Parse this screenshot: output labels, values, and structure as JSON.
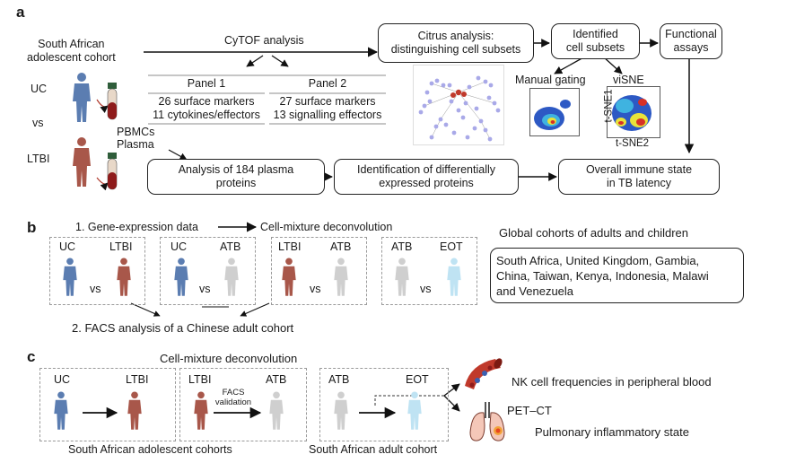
{
  "panel_a": {
    "letter": "a",
    "cohort": "South African\nadolescent cohort",
    "uc": "UC",
    "vs": "vs",
    "ltbi": "LTBI",
    "cytof": "CyTOF analysis",
    "panel1_title": "Panel 1",
    "panel1_line1": "26 surface markers",
    "panel1_line2": "11 cytokines/effectors",
    "panel2_title": "Panel 2",
    "panel2_line1": "27 surface markers",
    "panel2_line2": "13 signalling effectors",
    "pbmcs": "PBMCs",
    "plasma": "Plasma",
    "citrus": "Citrus analysis:\ndistinguishing cell subsets",
    "identified": "Identified\ncell subsets",
    "functional": "Functional\nassays",
    "manual_gating": "Manual gating",
    "visne": "viSNE",
    "tsne1": "t-SNE1",
    "tsne2": "t-SNE2",
    "plasma_analysis": "Analysis of 184 plasma\nproteins",
    "diff_proteins": "Identification of differentially\nexpressed proteins",
    "immune_state": "Overall immune state\nin TB latency"
  },
  "panel_b": {
    "letter": "b",
    "gene_expr": "1. Gene-expression data",
    "deconv": "Cell-mixture deconvolution",
    "groups": [
      {
        "left": "UC",
        "right": "LTBI",
        "vs": "vs"
      },
      {
        "left": "UC",
        "right": "ATB",
        "vs": "vs"
      },
      {
        "left": "LTBI",
        "right": "ATB",
        "vs": "vs"
      },
      {
        "left": "ATB",
        "right": "EOT",
        "vs": "vs"
      }
    ],
    "global_title": "Global cohorts of adults and children",
    "countries": "South Africa, United Kingdom, Gambia,\nChina, Taiwan, Kenya, Indonesia, Malawi\nand Venezuela",
    "facs": "2. FACS analysis of a Chinese adult cohort"
  },
  "panel_c": {
    "letter": "c",
    "deconv": "Cell-mixture deconvolution",
    "uc": "UC",
    "ltbi1": "LTBI",
    "ltbi2": "LTBI",
    "atb1": "ATB",
    "facs_validation": "FACS\nvalidation",
    "atb2": "ATB",
    "eot": "EOT",
    "adolescent": "South African adolescent cohorts",
    "adult": "South African adult cohort",
    "nk": "NK cell frequencies in peripheral blood",
    "petct": "PET–CT",
    "pulmonary": "Pulmonary inflammatory state"
  },
  "colors": {
    "uc_blue": "#5b7db1",
    "ltbi_red": "#a8574a",
    "atb_grey": "#cfcfcf",
    "eot_lightblue": "#bfe3f3",
    "network_node": "#a9a9e8",
    "network_hub": "#c0392b"
  }
}
